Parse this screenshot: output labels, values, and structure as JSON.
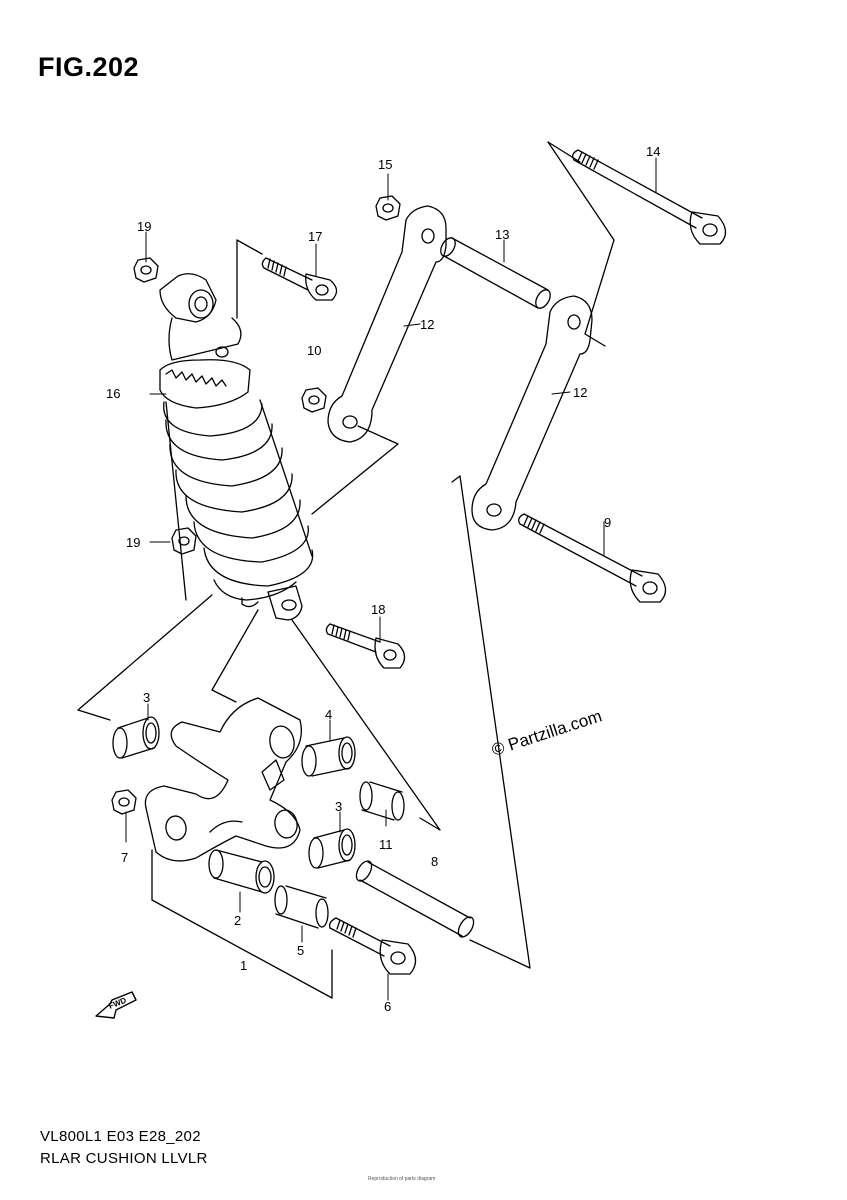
{
  "figure": {
    "title": "FIG.202",
    "footer_code": "VL800L1 E03 E28_202",
    "footer_name": "RLAR CUSHION LLVLR",
    "watermark": "© Partzilla.com",
    "fwd_label": "FWD",
    "tiny_note": "Reproduction of parts diagram"
  },
  "callouts": [
    "1",
    "2",
    "3",
    "3",
    "4",
    "5",
    "6",
    "7",
    "8",
    "9",
    "10",
    "11",
    "12",
    "12",
    "13",
    "14",
    "15",
    "16",
    "17",
    "18",
    "19",
    "19"
  ]
}
